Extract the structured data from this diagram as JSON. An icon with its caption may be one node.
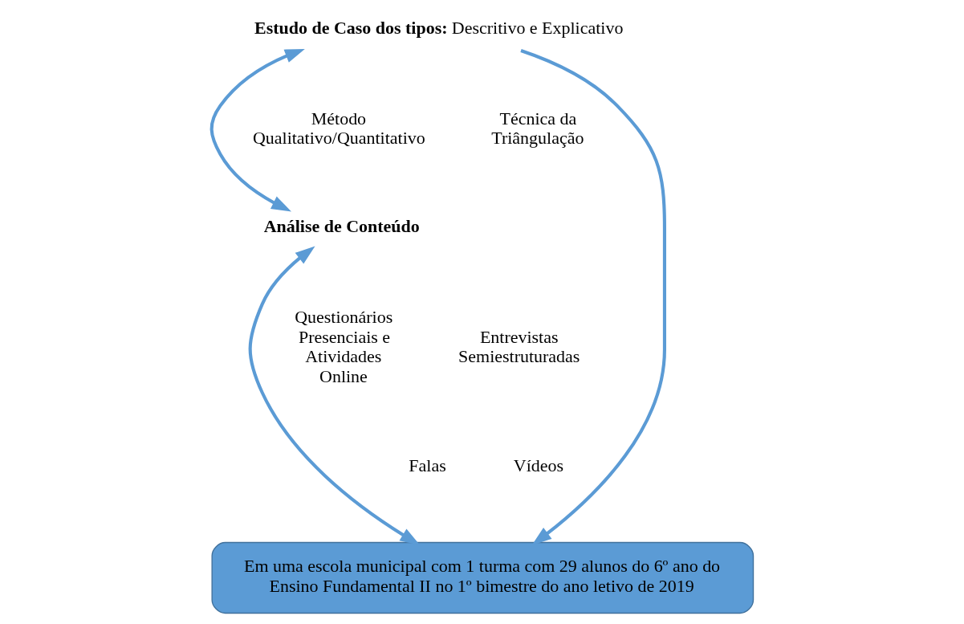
{
  "diagram": {
    "nodes": [
      {
        "text": [
          "**Estudo de Caso dos tipos:** Descritivo e Explicativo"
        ]
      },
      {
        "text": [
          "**Análise de Conteúdo**"
        ]
      },
      {
        "text": [
          "Em uma escola municipal com 1 turma com 29 alunos do 6º ano do Ensino Fundamental II no 1º bimestre do ano letivo de 2019"
        ]
      }
    ],
    "edges": [
      {
        "from": 0,
        "to": 2,
        "arrow": "to"
      },
      {
        "from": 0,
        "to": 1,
        "arrow": "both"
      },
      {
        "from": 1,
        "to": 2,
        "arrow": "both"
      }
    ],
    "labels": [
      "Método Qualitativo/Quantitativo",
      "Técnica da Triângulação",
      "Questionários Presenciais e Atividades Online",
      "Entrevistas Semiestruturadas",
      "Falas",
      "Vídeos"
    ]
  }
}
